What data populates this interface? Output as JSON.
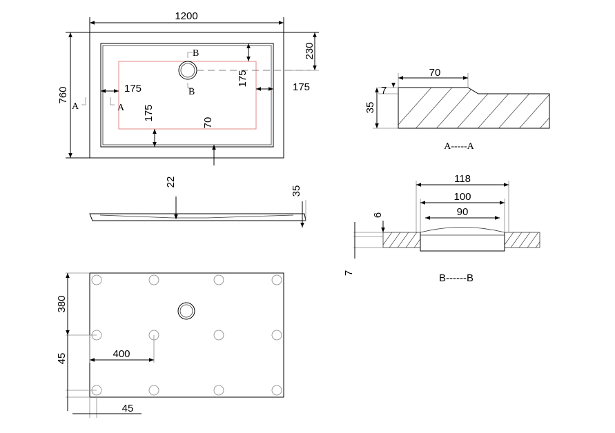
{
  "top_view": {
    "width_label": "1200",
    "height_label": "760",
    "waste_offset_label": "230",
    "inner_right_label": "175",
    "inner_top_label": "175",
    "inner_left_label": "175",
    "inner_bottom_left_label": "175",
    "bottom_offset_label": "70",
    "section_a_left": "A",
    "section_a_right": "A",
    "section_b_top": "B",
    "section_b_bottom": "B"
  },
  "side_view": {
    "depth_label": "22",
    "height_label": "35"
  },
  "base_view": {
    "spacing_v_label": "380",
    "edge_v_label": "45",
    "spacing_h_label": "400",
    "edge_h_label": "45"
  },
  "section_a": {
    "top_label": "70",
    "step_label": "7",
    "height_label": "35",
    "caption": "A-----A"
  },
  "section_b": {
    "outer_label": "118",
    "mid_label": "100",
    "inner_label": "90",
    "top_label": "6",
    "bottom_label": "7",
    "caption": "B------B"
  }
}
